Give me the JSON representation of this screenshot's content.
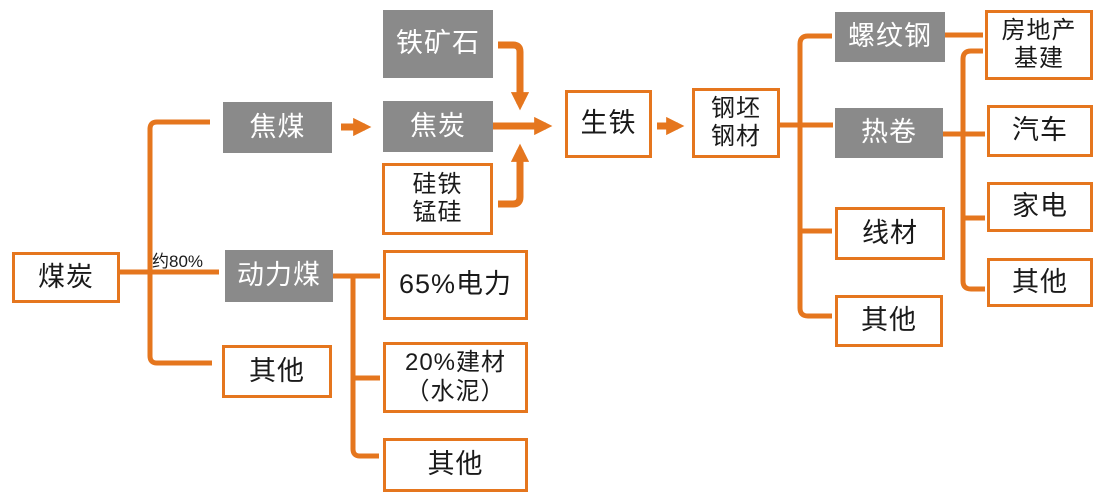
{
  "colors": {
    "accent_orange": "#E5761E",
    "node_gray": "#8A8A8A",
    "text_dark": "#1A1A1A",
    "text_on_gray": "#FFFFFF",
    "background": "#FFFFFF"
  },
  "annotations": {
    "coal_split_share": "约80%"
  },
  "nodes": {
    "coal": {
      "label": "煤炭"
    },
    "coking_coal": {
      "label": "焦煤"
    },
    "thermal_coal": {
      "label": "动力煤"
    },
    "coal_other": {
      "label": "其他"
    },
    "iron_ore": {
      "label": "铁矿石"
    },
    "coke": {
      "label": "焦炭"
    },
    "ferroalloys": {
      "label": "硅铁\n锰硅"
    },
    "pig_iron": {
      "label": "生铁"
    },
    "steel_billet": {
      "label": "钢坯\n钢材"
    },
    "power": {
      "label": "65%电力"
    },
    "building_materials": {
      "label": "20%建材\n（水泥）"
    },
    "thermal_other": {
      "label": "其他"
    },
    "rebar": {
      "label": "螺纹钢"
    },
    "hot_rolled_coil": {
      "label": "热卷"
    },
    "wire_rod": {
      "label": "线材"
    },
    "steel_other": {
      "label": "其他"
    },
    "real_estate_infra": {
      "label": "房地产\n基建"
    },
    "auto": {
      "label": "汽车"
    },
    "home_appliance": {
      "label": "家电"
    },
    "end_use_other": {
      "label": "其他"
    }
  }
}
